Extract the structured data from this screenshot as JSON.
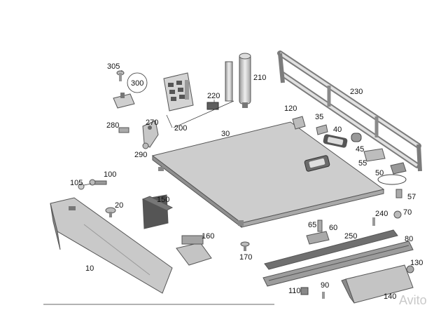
{
  "diagram": {
    "labels": {
      "p305": "305",
      "p300": "300",
      "p200": "200",
      "p220": "220",
      "p210": "210",
      "p230": "230",
      "p120": "120",
      "p35": "35",
      "p40": "40",
      "p45": "45",
      "p55": "55",
      "p50": "50",
      "p57": "57",
      "p270": "270",
      "p280": "280",
      "p290": "290",
      "p30": "30",
      "p105": "105",
      "p100": "100",
      "p150": "150",
      "p20": "20",
      "p10": "10",
      "p160": "160",
      "p170": "170",
      "p240": "240",
      "p70": "70",
      "p65": "65",
      "p60": "60",
      "p250": "250",
      "p80": "80",
      "p130": "130",
      "p110": "110",
      "p90": "90",
      "p140": "140"
    },
    "watermark": "Avito"
  }
}
